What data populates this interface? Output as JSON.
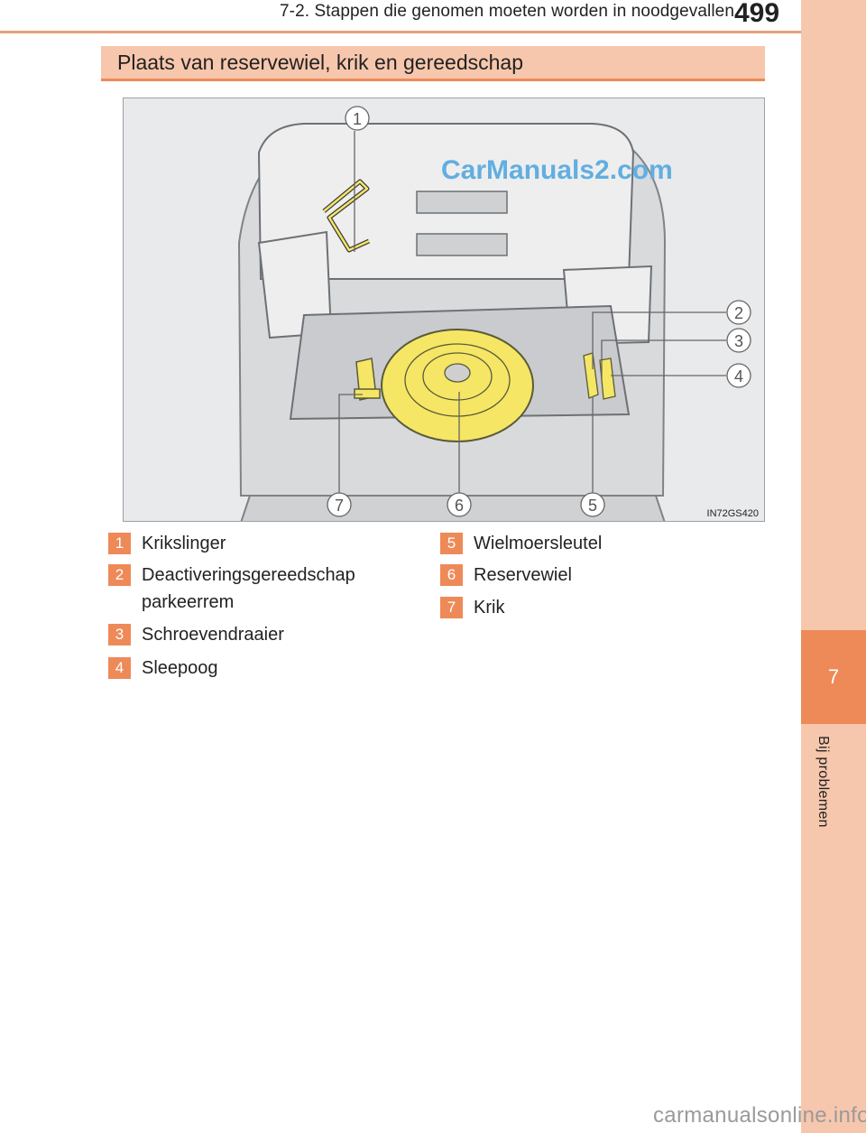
{
  "header": {
    "title": "7-2. Stappen die genomen moeten worden in noodgevallen",
    "page_number": "499"
  },
  "side_tab": {
    "chapter_number": "7",
    "chapter_title": "Bij problemen"
  },
  "section": {
    "title": "Plaats van reservewiel, krik en gereedschap"
  },
  "figure": {
    "code": "IN72GS420",
    "watermark": "CarManuals2.com",
    "callouts": [
      "1",
      "2",
      "3",
      "4",
      "5",
      "6",
      "7"
    ]
  },
  "legend": {
    "left": [
      {
        "num": "1",
        "label": "Krikslinger"
      },
      {
        "num": "2",
        "label": "Deactiveringsgereedschap parkeerrem"
      },
      {
        "num": "3",
        "label": "Schroevendraaier"
      },
      {
        "num": "4",
        "label": "Sleepoog"
      }
    ],
    "right": [
      {
        "num": "5",
        "label": "Wielmoersleutel"
      },
      {
        "num": "6",
        "label": "Reservewiel"
      },
      {
        "num": "7",
        "label": "Krik"
      }
    ]
  },
  "footer": {
    "url": "carmanualsonline.info"
  },
  "colors": {
    "accent_orange": "#ee8a57",
    "tab_light": "#f7c7ad",
    "spare_wheel_yellow": "#f5e665"
  }
}
